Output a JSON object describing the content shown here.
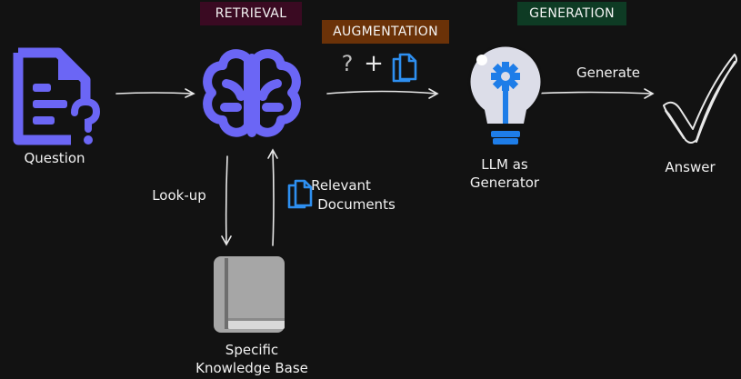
{
  "stages": {
    "retrieval": {
      "label": "RETRIEVAL",
      "color": "#3a0a22"
    },
    "augmentation": {
      "label": "AUGMENTATION",
      "color": "#6b3208"
    },
    "generation": {
      "label": "GENERATION",
      "color": "#0e3b24"
    }
  },
  "nodes": {
    "question": "Question",
    "llm_line1": "LLM as",
    "llm_line2": "Generator",
    "answer": "Answer",
    "kb_line1": "Specific",
    "kb_line2": "Knowledge Base"
  },
  "edges": {
    "lookup": "Look-up",
    "relevant_line1": "Relevant",
    "relevant_line2": "Documents",
    "generate": "Generate"
  },
  "colors": {
    "accent": "#6b66f5",
    "docs": "#2e8ff0",
    "book": "#a6a6a6",
    "arrow": "#e8e8e8"
  }
}
